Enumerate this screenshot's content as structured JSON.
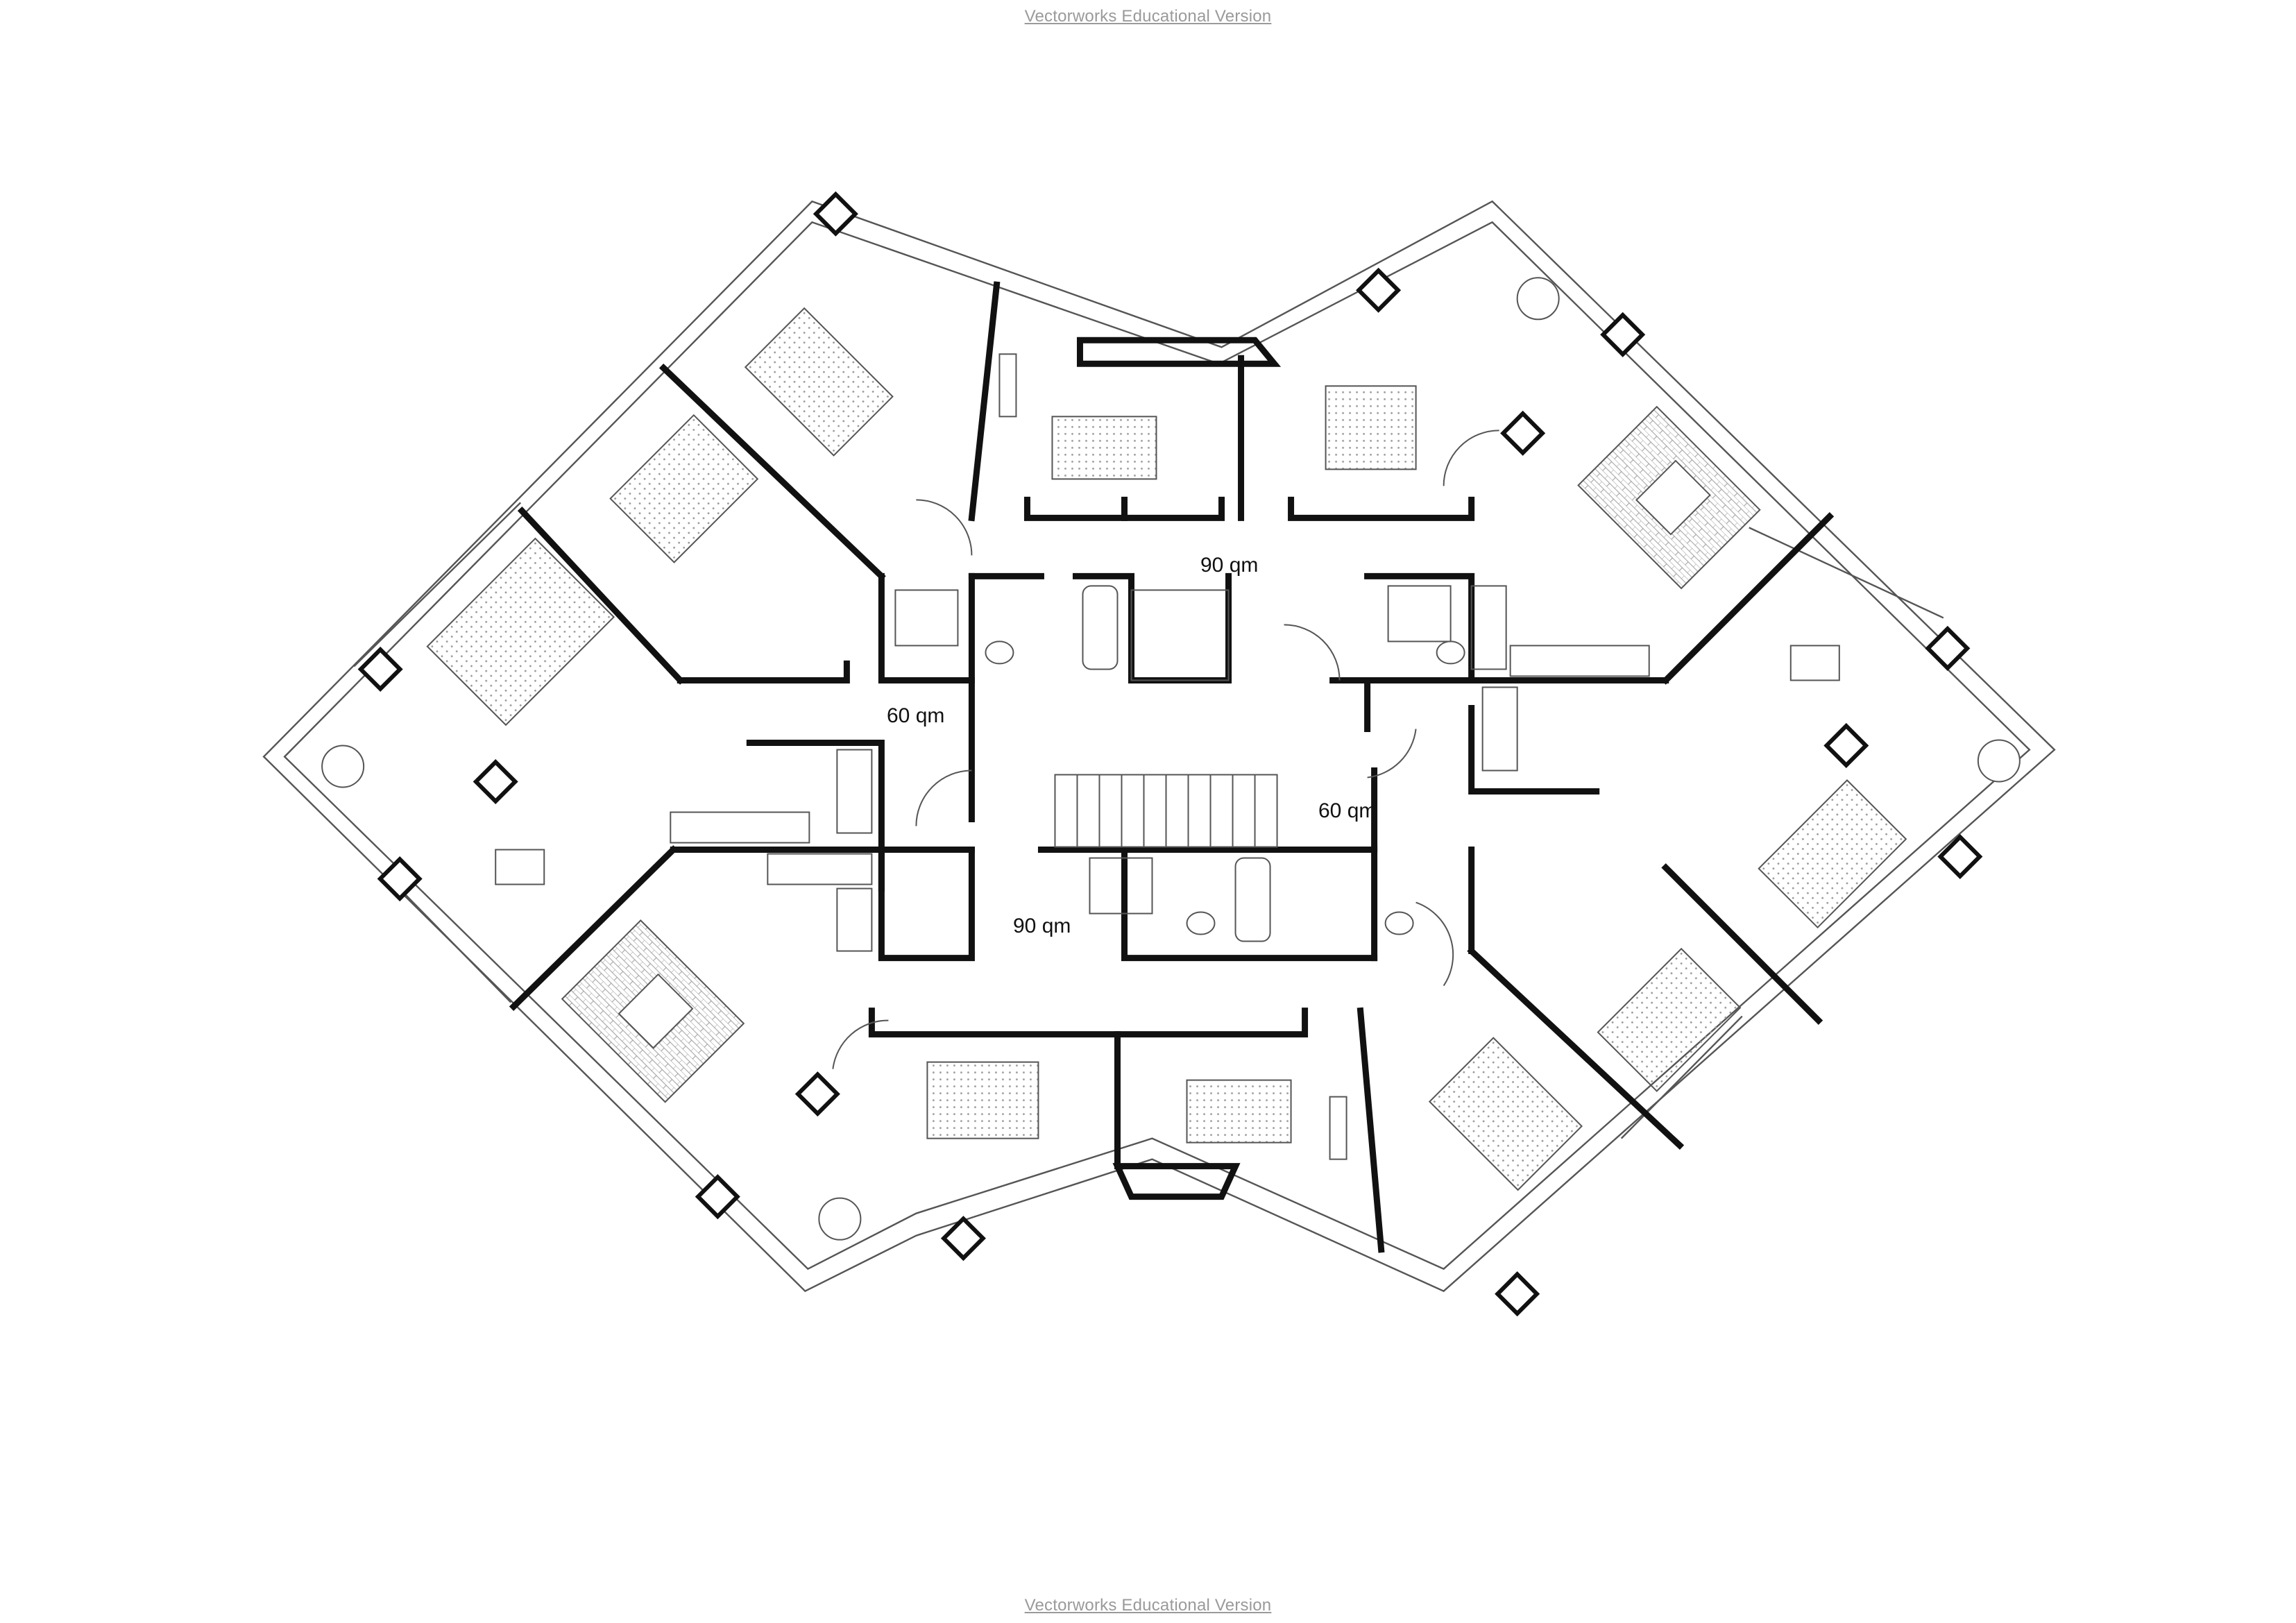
{
  "watermark": {
    "top": "Vectorworks Educational Version",
    "bottom": "Vectorworks Educational Version"
  },
  "units": [
    {
      "area": "90 qm"
    },
    {
      "area": "60 qm"
    },
    {
      "area": "60 qm"
    },
    {
      "area": "90 qm"
    }
  ],
  "colors": {
    "wall": "#111111",
    "line": "#555555",
    "hatch": "#9a9a9a",
    "watermark": "#9a9a9a"
  }
}
